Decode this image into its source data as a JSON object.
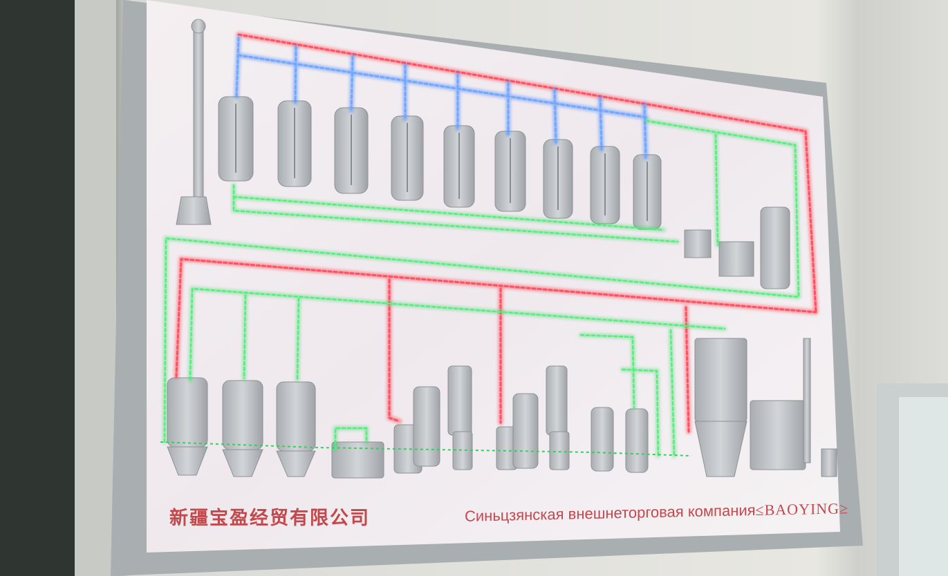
{
  "scene": {
    "description_free": true
  },
  "captions": {
    "chinese": "新疆宝盈经贸有限公司",
    "russian": "Синьцзянская внешнеторговая компания",
    "brand": "≤BAOYING≥"
  },
  "colors": {
    "red_led": "#ff2a3a",
    "blue_led": "#3a7cff",
    "green_led": "#2ed45a",
    "panel": "#f2eef0",
    "equipment": "#b8bcc0",
    "frame": "#9ea3a6",
    "caption": "#c2484c"
  },
  "fermenters_top_count": 9,
  "tanks_bottom_count": 3
}
